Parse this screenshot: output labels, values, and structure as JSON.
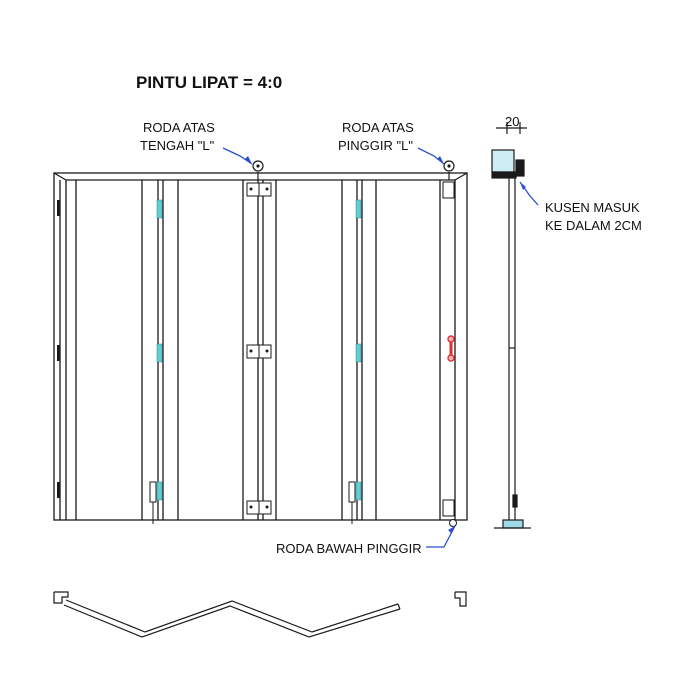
{
  "title": "PINTU LIPAT = 4:0",
  "labels": {
    "roller_top_center_line1": "RODA ATAS",
    "roller_top_center_line2": "TENGAH \"L\"",
    "roller_top_edge_line1": "RODA ATAS",
    "roller_top_edge_line2": "PINGGIR \"L\"",
    "roller_bottom_edge": "RODA BAWAH PINGGIR",
    "frame_inset_line1": "KUSEN MASUK",
    "frame_inset_line2": "KE DALAM 2CM",
    "dimension_20": "20"
  },
  "colors": {
    "line": "#1a1a1a",
    "leader": "#2a4fd0",
    "hinge_accent": "#5fd0d0",
    "handle_red": "#e03030",
    "floor_fill": "#9fd9e8"
  }
}
